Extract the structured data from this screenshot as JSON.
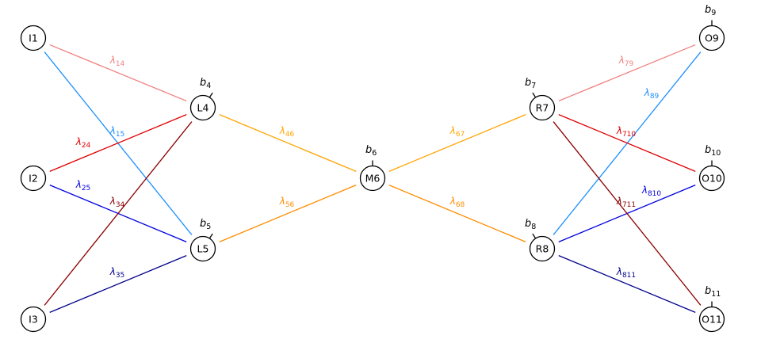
{
  "nodes": [
    {
      "id": "I1",
      "label": "I1"
    },
    {
      "id": "I2",
      "label": "I2"
    },
    {
      "id": "I3",
      "label": "I3"
    },
    {
      "id": "L4",
      "label": "L4"
    },
    {
      "id": "L5",
      "label": "L5"
    },
    {
      "id": "M6",
      "label": "M6"
    },
    {
      "id": "R7",
      "label": "R7"
    },
    {
      "id": "R8",
      "label": "R8"
    },
    {
      "id": "O9",
      "label": "O9"
    },
    {
      "id": "O10",
      "label": "O10"
    },
    {
      "id": "O11",
      "label": "O11"
    }
  ],
  "edges": [
    {
      "from": "I1",
      "to": "L4",
      "symbol": "λ",
      "sub": "14",
      "color": "#f08080"
    },
    {
      "from": "I1",
      "to": "L5",
      "symbol": "λ",
      "sub": "15",
      "color": "#1e90ff"
    },
    {
      "from": "I2",
      "to": "L4",
      "symbol": "λ",
      "sub": "24",
      "color": "#e00000"
    },
    {
      "from": "I2",
      "to": "L5",
      "symbol": "λ",
      "sub": "25",
      "color": "#0000e0"
    },
    {
      "from": "I3",
      "to": "L4",
      "symbol": "λ",
      "sub": "34",
      "color": "#8b0000"
    },
    {
      "from": "I3",
      "to": "L5",
      "symbol": "λ",
      "sub": "35",
      "color": "#00008b"
    },
    {
      "from": "L4",
      "to": "M6",
      "symbol": "λ",
      "sub": "46",
      "color": "#ffa500"
    },
    {
      "from": "L5",
      "to": "M6",
      "symbol": "λ",
      "sub": "56",
      "color": "#ff8c00"
    },
    {
      "from": "M6",
      "to": "R7",
      "symbol": "λ",
      "sub": "67",
      "color": "#ffa500"
    },
    {
      "from": "M6",
      "to": "R8",
      "symbol": "λ",
      "sub": "68",
      "color": "#ff8c00"
    },
    {
      "from": "R7",
      "to": "O9",
      "symbol": "λ",
      "sub": "79",
      "color": "#f08080"
    },
    {
      "from": "R8",
      "to": "O9",
      "symbol": "λ",
      "sub": "89",
      "color": "#1e90ff"
    },
    {
      "from": "R7",
      "to": "O10",
      "symbol": "λ",
      "sub": "710",
      "color": "#e00000"
    },
    {
      "from": "R8",
      "to": "O10",
      "symbol": "λ",
      "sub": "810",
      "color": "#0000e0"
    },
    {
      "from": "R7",
      "to": "O11",
      "symbol": "λ",
      "sub": "711",
      "color": "#8b0000"
    },
    {
      "from": "R8",
      "to": "O11",
      "symbol": "λ",
      "sub": "811",
      "color": "#00008b"
    }
  ],
  "biases": [
    {
      "node": "L4",
      "symbol": "b",
      "sub": "4"
    },
    {
      "node": "L5",
      "symbol": "b",
      "sub": "5"
    },
    {
      "node": "M6",
      "symbol": "b",
      "sub": "6"
    },
    {
      "node": "R7",
      "symbol": "b",
      "sub": "7"
    },
    {
      "node": "R8",
      "symbol": "b",
      "sub": "8"
    },
    {
      "node": "O9",
      "symbol": "b",
      "sub": "9"
    },
    {
      "node": "O10",
      "symbol": "b",
      "sub": "10"
    },
    {
      "node": "O11",
      "symbol": "b",
      "sub": "11"
    }
  ]
}
